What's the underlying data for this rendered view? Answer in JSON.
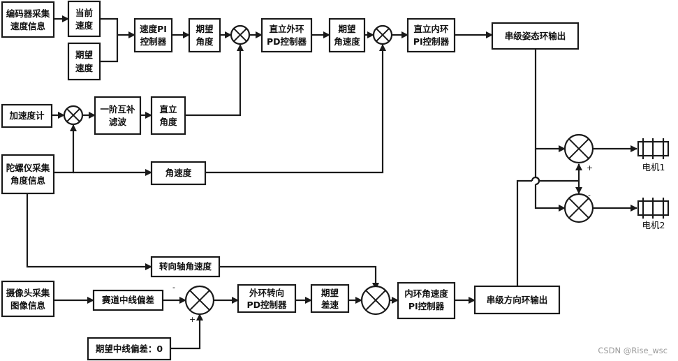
{
  "blocks": {
    "encoder": [
      "编码器采集",
      "速度信息"
    ],
    "current_speed": [
      "当前",
      "速度"
    ],
    "desired_speed": [
      "期望",
      "速度"
    ],
    "speed_pi": [
      "速度PI",
      "控制器"
    ],
    "desired_angle": [
      "期望",
      "角度"
    ],
    "upright_outer_pd": [
      "直立外环",
      "PD控制器"
    ],
    "desired_angular_velocity": [
      "期望",
      "角速度"
    ],
    "upright_inner_pi": [
      "直立内环",
      "PI控制器"
    ],
    "attitude_output": [
      "串级姿态环输出"
    ],
    "accelerometer": [
      "加速度计"
    ],
    "complementary_filter": [
      "一阶互补",
      "滤波"
    ],
    "upright_angle": [
      "直立",
      "角度"
    ],
    "gyro": [
      "陀螺仪采集",
      "角度信息"
    ],
    "angular_velocity": [
      "角速度"
    ],
    "steering_axis_rate": [
      "转向轴角速度"
    ],
    "camera": [
      "摄像头采集",
      "图像信息"
    ],
    "track_center_error": [
      "赛道中线偏差"
    ],
    "outer_steering_pd": [
      "外环转向",
      "PD控制器"
    ],
    "desired_diff_speed": [
      "期望",
      "差速"
    ],
    "inner_rate_pi": [
      "内环角速度",
      "PI控制器"
    ],
    "steering_output": [
      "串级方向环输出"
    ],
    "desired_center_error": [
      "期望中线偏差：0"
    ]
  },
  "signs": {
    "minus_track": "-",
    "plus_track": "+",
    "plus_motor1": "+",
    "minus_motor2": "-"
  },
  "motors": {
    "motor1": "电机1",
    "motor2": "电机2"
  },
  "watermark": "CSDN @Rise_wsc"
}
